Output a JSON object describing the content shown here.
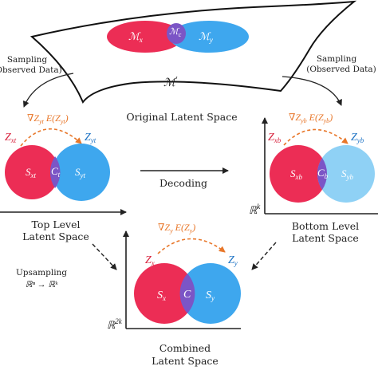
{
  "colors": {
    "red": "#ec2d55",
    "blue": "#3ea7ee",
    "blue_light": "#8fd1f5",
    "overlap": "#7b55c6",
    "orange": "#e8772a",
    "red_text": "#d8243f",
    "blue_text": "#1f74c5"
  },
  "manifold": {
    "mx": "ℳ",
    "mx_sub": "x",
    "mc": "ℳ",
    "mc_sub": "c",
    "my": "ℳ",
    "my_sub": "y",
    "m_label": "ℳ",
    "m_label_sup": "′",
    "caption": "Original Latent Space"
  },
  "sampling_left": {
    "line1": "Sampling",
    "line2": "(Observed Data)"
  },
  "sampling_right": {
    "line1": "Sampling",
    "line2": "(Observed Data)"
  },
  "top_level": {
    "grad": "∇Z",
    "grad_sub": "yt",
    "energy": "E(Z",
    "energy_sub": "yt",
    "energy_close": ")",
    "zx": "Z",
    "zx_sub": "xt",
    "zy": "Z",
    "zy_sub": "yt",
    "sx": "S",
    "sx_sub": "xt",
    "c": "C",
    "c_sub": "t",
    "sy": "S",
    "sy_sub": "yt",
    "caption1": "Top Level",
    "caption2": "Latent Space"
  },
  "bottom_level": {
    "grad": "∇Z",
    "grad_sub": "yb",
    "energy": "E(Z",
    "energy_sub": "yb",
    "energy_close": ")",
    "zx": "Z",
    "zx_sub": "xb",
    "zy": "Z",
    "zy_sub": "yb",
    "sx": "S",
    "sx_sub": "xb",
    "c": "C",
    "c_sub": "b",
    "sy": "S",
    "sy_sub": "yb",
    "space": "ℝ",
    "space_sup": "k",
    "caption1": "Bottom Level",
    "caption2": "Latent Space"
  },
  "combined": {
    "grad": "∇Z",
    "grad_sub": "y",
    "energy": "E(Z",
    "energy_sub": "y",
    "energy_close": ")",
    "zx": "Z",
    "zx_sub": "x",
    "zy": "Z",
    "zy_sub": "y",
    "sx": "S",
    "sx_sub": "x",
    "c": "C",
    "sy": "S",
    "sy_sub": "y",
    "space": "ℝ",
    "space_sup": "2k",
    "caption1": "Combined",
    "caption2": "Latent Space"
  },
  "decoding": "Decoding",
  "upsampling": {
    "line1": "Upsampling",
    "line2": "ℝⁿ → ℝᵏ"
  }
}
